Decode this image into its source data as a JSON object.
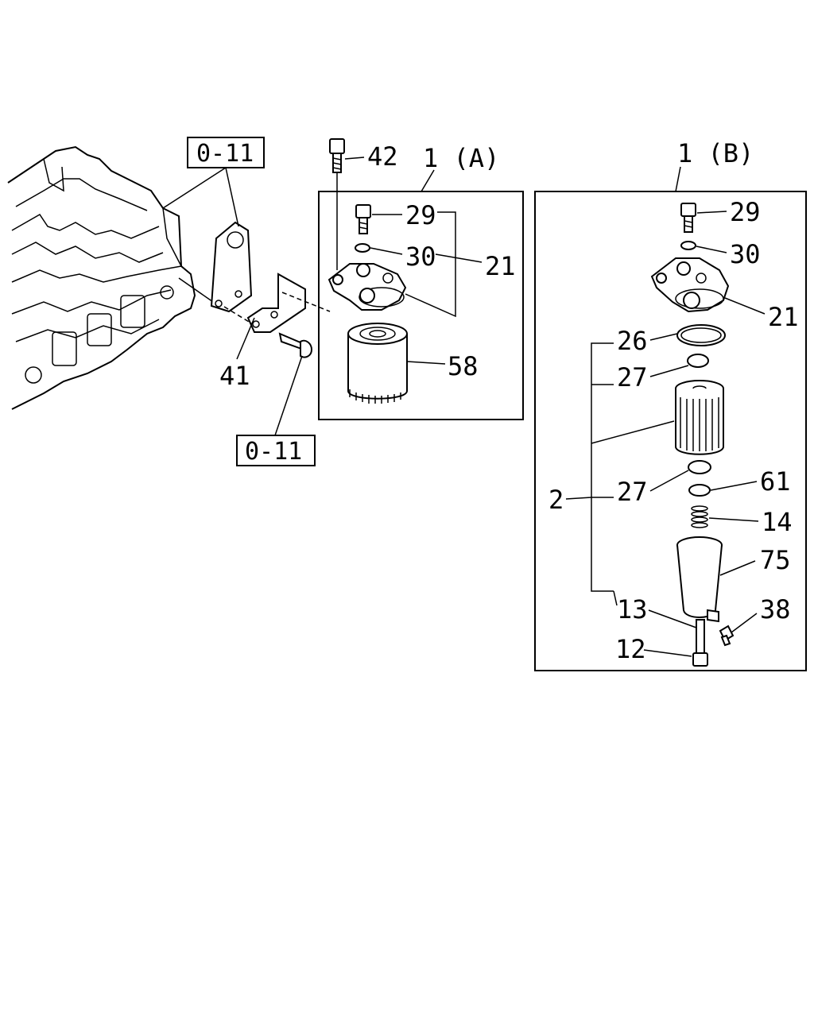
{
  "panels": {
    "a": {
      "title": "1 (A)"
    },
    "b": {
      "title": "1 (B)"
    }
  },
  "refs": [
    "0-11",
    "0-11"
  ],
  "callouts": {
    "c42": "42",
    "c29a": "29",
    "c30a": "30",
    "c21a": "21",
    "c58": "58",
    "c41": "41",
    "c29b": "29",
    "c30b": "30",
    "c21b": "21",
    "c26": "26",
    "c27a": "27",
    "c27b": "27",
    "c2": "2",
    "c61": "61",
    "c14": "14",
    "c75": "75",
    "c13": "13",
    "c38": "38",
    "c12": "12"
  }
}
